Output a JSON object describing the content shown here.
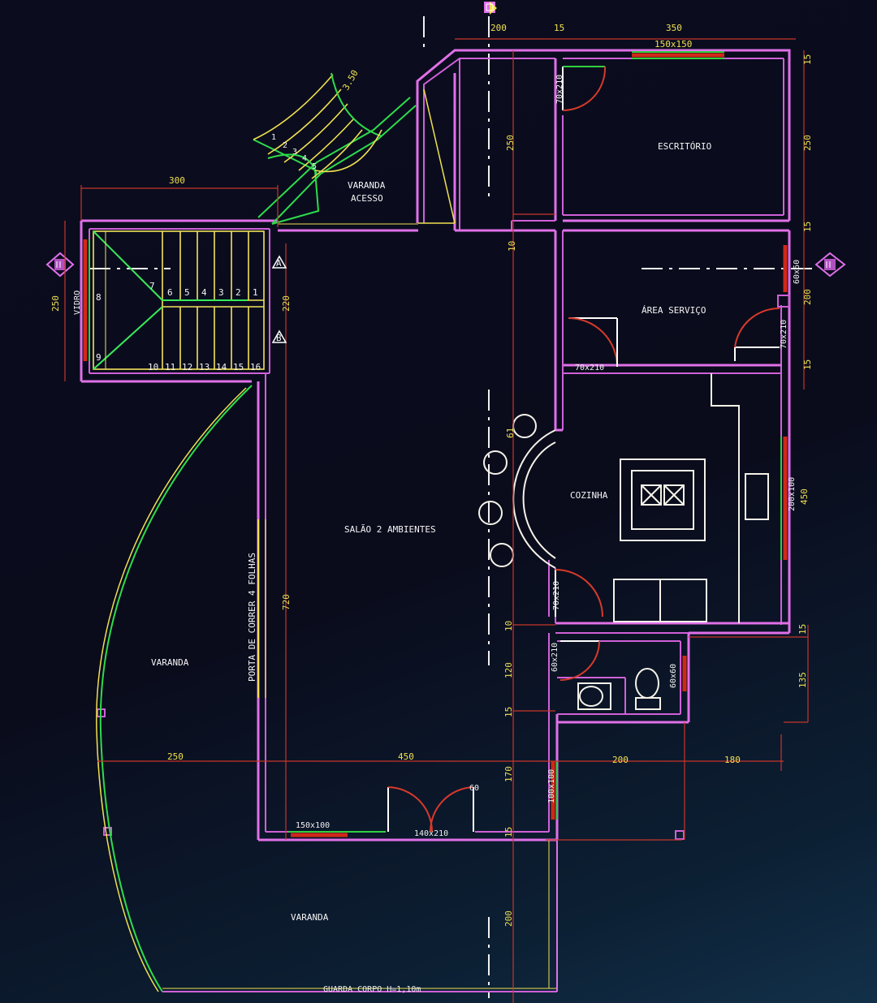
{
  "rooms": {
    "escritorio": "ESCRITÓRIO",
    "varanda_acesso_1": "VARANDA",
    "varanda_acesso_2": "ACESSO",
    "area_servico": "ÁREA SERVIÇO",
    "cozinha": "COZINHA",
    "salao": "SALÃO 2 AMBIENTES",
    "varanda_lateral": "VARANDA",
    "varanda_frontal": "VARANDA",
    "guarda_corpo": "GUARDA CORPO H=1,10m",
    "porta_correr": "PORTA DE CORRER 4 FOLHAS",
    "vidro": "VIDRO"
  },
  "dimensions": {
    "top_200": "200",
    "top_15": "15",
    "top_350": "350",
    "window_top": "150x150",
    "right_15a": "15",
    "right_250": "250",
    "right_15b": "15",
    "right_200": "200",
    "right_15c": "15",
    "right_450": "450",
    "right_15d": "15",
    "right_135": "135",
    "mid_250": "250",
    "left_300": "300",
    "stair_220": "220",
    "left_250": "250",
    "col_10": "10",
    "door_esc": "70x210",
    "door_as1": "70x210",
    "door_as2": "70x210",
    "win_as": "60x60",
    "win_coz": "200x100",
    "door_coz": "70x210",
    "cl_10": "10",
    "cl_120": "120",
    "cl_15": "15",
    "door_wc": "60x210",
    "win_wc": "60x60",
    "bar_61": "61",
    "main_720": "720",
    "bottom_250": "250",
    "bottom_450": "450",
    "bottom_200": "200",
    "bottom_180": "180",
    "v_170": "170",
    "win_front": "100x100",
    "door_main": "140x210",
    "win_salao": "150x100",
    "v_200": "200",
    "bot_15": "15",
    "door_front_label": "60"
  },
  "stair_numbers_top": [
    "7",
    "6",
    "5",
    "4",
    "3",
    "2",
    "1"
  ],
  "stair_numbers_bottom": [
    "10",
    "11",
    "12",
    "13",
    "14",
    "15",
    "16"
  ],
  "stair_side": [
    "8",
    "9"
  ],
  "ext_stair_numbers": [
    "1",
    "2",
    "3",
    "4",
    "5"
  ],
  "ext_stair_label": "3.50",
  "section_marks": [
    "A",
    "B"
  ],
  "colors": {
    "walls": "#e070e8",
    "dimensions": "#c8352a",
    "stairs": "#f2e35a",
    "curves": "#2edc4c",
    "furniture": "#f4f2e8"
  }
}
